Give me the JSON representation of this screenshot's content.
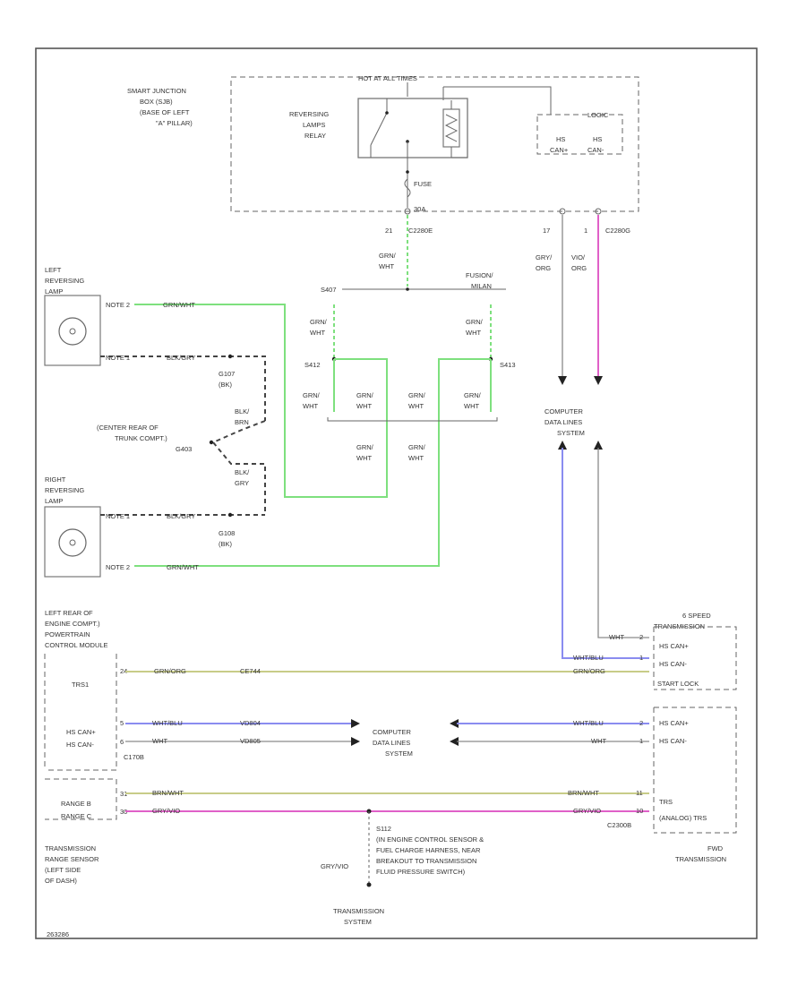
{
  "colors": {
    "green": "#7ee07e",
    "pink": "#e060c8",
    "blue": "#8a8cf0",
    "olive": "#c8cc88",
    "white": "#c8c8c8",
    "frame": "#555555"
  },
  "sjb": {
    "label": [
      "SMART JUNCTION",
      "BOX (SJB)",
      "(BASE OF LEFT",
      "\"A\" PILLAR)"
    ],
    "hot_label": "HOT AT ALL TIMES",
    "relay_label": [
      "REVERSING",
      "LAMPS",
      "RELAY"
    ],
    "fuse_label": "FUSE",
    "fuse_amp": "30A",
    "logic_label": "LOGIC",
    "hs_labels": [
      "HS",
      "HS"
    ],
    "hs_sub": [
      "CAN+",
      "CAN-"
    ]
  },
  "connectors": {
    "c2280e_pin": "21",
    "c2280e": "C2280E",
    "c2280g_pins": [
      "17",
      "1"
    ],
    "c2280g": "C2280G",
    "c170b": "C170B",
    "c2300b": "C2300B"
  },
  "wires": {
    "gn_wh": [
      "GRN/",
      "WHT"
    ],
    "gy_og": [
      "GRY/",
      "ORG"
    ],
    "vt_og": [
      "VIO/",
      "ORG"
    ],
    "splice_label": "S407",
    "fusion_label": [
      "FUSION/",
      "MILAN"
    ],
    "s412": "S412",
    "s413": "S413",
    "blk_brn": [
      "BLK/",
      "BRN"
    ],
    "blk_gry": [
      "BLK/",
      "GRY"
    ]
  },
  "lamps": {
    "left_label": [
      "LEFT",
      "REVERSING",
      "LAMP"
    ],
    "right_label": [
      "RIGHT",
      "REVERSING",
      "LAMP"
    ],
    "pin_left": [
      "NOTE 2",
      "NOTE 1"
    ],
    "pin_right": [
      "NOTE 1",
      "NOTE 2"
    ],
    "left_wire_top": "GRN/WHT",
    "left_wire_bot": "BLK/GRY",
    "right_wire_top": "BLK/GRY",
    "right_wire_bot": "GRN/WHT",
    "g107": [
      "G107",
      "(BK)"
    ],
    "g108": [
      "G108",
      "(BK)"
    ],
    "ground_label": [
      "(CENTER REAR OF",
      "TRUNK COMPT.)",
      "G403"
    ]
  },
  "cdl": {
    "top_label": [
      "COMPUTER",
      "DATA LINES",
      "SYSTEM"
    ],
    "mid_label": [
      "COMPUTER",
      "DATA LINES",
      "SYSTEM"
    ]
  },
  "trans": {
    "label": [
      "6 SPEED",
      "TRANSMISSION"
    ],
    "pins_top": [
      "HS CAN+",
      "HS CAN-"
    ],
    "start_lock": "START LOCK",
    "pins_mid": [
      "HS CAN+",
      "HS CAN-"
    ],
    "trs": "TRS",
    "analog": "(ANALOG) TRS",
    "bottom_label": [
      "FWD",
      "TRANSMISSION"
    ],
    "wht_label": "WHT",
    "wht_blu": "WHT/BLU",
    "grn_org": "GRN/ORG",
    "pin_nums": [
      "2",
      "1",
      "2",
      "1",
      "11",
      "10"
    ]
  },
  "pcm": {
    "label": [
      "LEFT REAR OF",
      "ENGINE COMPT.)",
      "POWERTRAIN",
      "CONTROL MODULE"
    ],
    "trs1": "TRS1",
    "hs_can": [
      "HS CAN+",
      "HS CAN-"
    ],
    "range": [
      "RANGE B",
      "RANGE C"
    ],
    "sensor_label": [
      "TRANSMISSION",
      "RANGE SENSOR",
      "(LEFT SIDE",
      "OF DASH)"
    ],
    "ce744": "CE744",
    "vd804": "VD804",
    "vd805": "VD805",
    "grn_org": "GRN/ORG",
    "wht_blu": "WHT/BLU",
    "wht": "WHT",
    "brn_wht": "BRN/WHT",
    "gry_vio": "GRY/VIO",
    "pin_nums": [
      "24",
      "5",
      "6",
      "31",
      "30"
    ]
  },
  "bottom": {
    "splice_note": [
      "S112",
      "(IN ENGINE CONTROL SENSOR &",
      "FUEL CHARGE HARNESS, NEAR",
      "BREAKOUT TO TRANSMISSION",
      "FLUID PRESSURE SWITCH)"
    ],
    "gry_vio": "GRY/VIO",
    "system_label": [
      "TRANSMISSION",
      "SYSTEM"
    ],
    "code": "263286"
  }
}
